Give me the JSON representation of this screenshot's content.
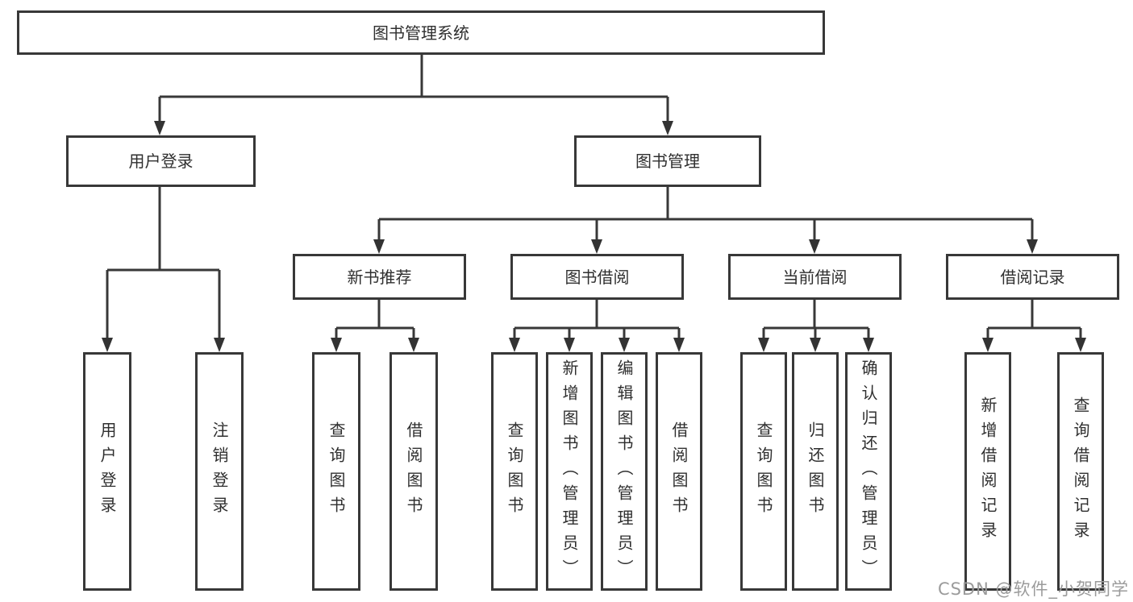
{
  "tree": {
    "label": "图书管理系统",
    "children": [
      {
        "label": "用户登录",
        "children": [
          {
            "label": "用户登录"
          },
          {
            "label": "注销登录"
          }
        ]
      },
      {
        "label": "图书管理",
        "children": [
          {
            "label": "新书推荐",
            "children": [
              {
                "label": "查询图书"
              },
              {
                "label": "借阅图书"
              }
            ]
          },
          {
            "label": "图书借阅",
            "children": [
              {
                "label": "查询图书"
              },
              {
                "label": "新增图书（管理员）"
              },
              {
                "label": "编辑图书（管理员）"
              },
              {
                "label": "借阅图书"
              }
            ]
          },
          {
            "label": "当前借阅",
            "children": [
              {
                "label": "查询图书"
              },
              {
                "label": "归还图书"
              },
              {
                "label": "确认归还（管理员）"
              }
            ]
          },
          {
            "label": "借阅记录",
            "children": [
              {
                "label": "新增借阅记录"
              },
              {
                "label": "查询借阅记录"
              }
            ]
          }
        ]
      }
    ]
  },
  "watermark": {
    "text": "CSDN @软件_小贺同学"
  },
  "colors": {
    "line": "#383838",
    "box_border": "#383838",
    "text": "#2f2f2f",
    "watermark": "#9b9b9b",
    "background": "#ffffff"
  }
}
